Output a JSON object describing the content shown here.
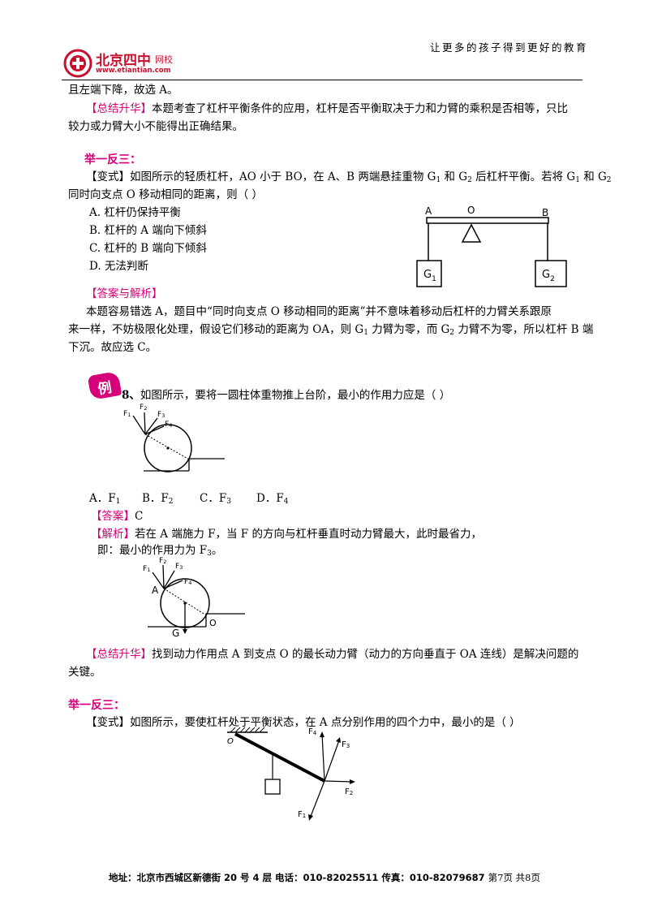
{
  "header": {
    "logo_text": "北京四中",
    "logo_small": "网校",
    "logo_url": "www.etiantian.com",
    "slogan": "让更多的孩子得到更好的教育"
  },
  "s1": {
    "line1": "且左端下降，故选 A。",
    "summary_tag": "【总结升华】",
    "summary_rest": "本题考查了杠杆平衡条件的应用，杠杆是否平衡取决于力和力臂的乘积是否相等，只比",
    "summary_line2": "较力或力臂大小不能得出正确结果。"
  },
  "s2": {
    "title": "举一反三：",
    "q_tag": "【变式】",
    "q_line1_a": "如图所示的轻质杠杆，AO 小于 BO，在 A、B 两端悬挂重物 G",
    "q_line1_b": " 和 G",
    "q_line1_c": " 后杠杆平衡。若将 G",
    "q_line1_d": " 和 G",
    "sub1": "1",
    "sub2": "2",
    "q_line2": "同时向支点 O 移动相同的距离，则（  ）",
    "options": [
      "A.  杠杆仍保持平衡",
      "B.  杠杆的 A 端向下倾斜",
      "C.  杠杆的 B 端向下倾斜",
      "D.  无法判断"
    ],
    "answer_tag": "【答案与解析】",
    "exp_line1": "本题容易错选 A，题目中“同时向支点 O 移动相同的距离”并不意味着移动后杠杆的力臂关系跟原",
    "exp_line2_a": "来一样，不妨极限化处理，假设它们移动的距离为 OA，则 G",
    "exp_line2_b": " 力臂为零，而 G",
    "exp_line2_c": " 力臂不为零，所以杠杆 B 端",
    "exp_line3": "下沉。故应选 C。",
    "fig": {
      "A": "A",
      "O": "O",
      "B": "B",
      "G": "G",
      "s1": "1",
      "s2": "2"
    }
  },
  "s3": {
    "badge": "例",
    "q_num": "8、",
    "q_text": "如图所示，要将一圆柱体重物推上台阶，最小的作用力应是（    ）",
    "fig": {
      "F": "F",
      "s1": "1",
      "s2": "2",
      "s3": "3",
      "s4": "4"
    },
    "options": [
      {
        "label": "A．F",
        "sub": "1"
      },
      {
        "label": "B．F",
        "sub": "2"
      },
      {
        "label": "C．F",
        "sub": "3"
      },
      {
        "label": "D．F",
        "sub": "4"
      }
    ],
    "answer_tag": "【答案】",
    "answer": "C",
    "analysis_tag": "【解析】",
    "analysis_line1": "若在 A 端施力 F，当 F 的方向与杠杆垂直时动力臂最大，此时最省力，",
    "analysis_line2_a": "即：最小的作用力为 F",
    "analysis_line2_sub": "3",
    "analysis_line2_b": "。",
    "fig2": {
      "A": "A",
      "G": "G",
      "O": "O"
    },
    "summary_tag": "【总结升华】",
    "summary_rest": "找到动力作用点 A 到支点 O 的最长动力臂（动力的方向垂直于 OA 连线）是解决问题的",
    "summary_line2": "关键。"
  },
  "s4": {
    "title": "举一反三：",
    "q_tag": "【变式】",
    "q_text": "如图所示，要使杠杆处于平衡状态，在 A 点分别作用的四个力中，最小的是（     ）",
    "fig": {
      "O": "O",
      "F": "F",
      "s1": "1",
      "s2": "2",
      "s3": "3",
      "s4": "4"
    }
  },
  "footer": {
    "address": "地址：北京市西城区新德街 20 号 4 层  电话：010-82025511  传真：010-82079687",
    "page": "第7页  共8页"
  },
  "colors": {
    "accent": "#d6007a",
    "logo_red": "#c8102e"
  }
}
